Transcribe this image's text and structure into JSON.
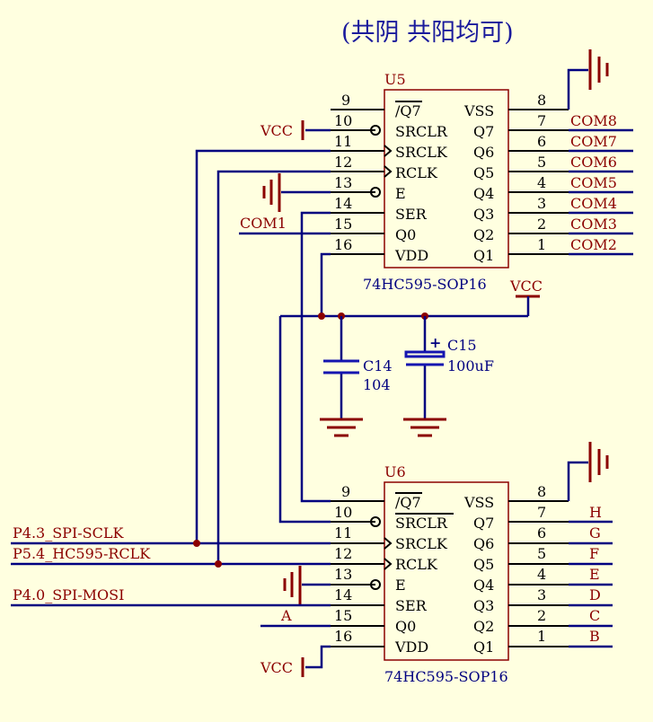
{
  "title": "(共阴 共阳均可)",
  "u5": {
    "ref": "U5",
    "part": "74HC595-SOP16",
    "left_pins": [
      {
        "num": "9",
        "name": "/Q7"
      },
      {
        "num": "10",
        "name": "SRCLR"
      },
      {
        "num": "11",
        "name": "SRCLK"
      },
      {
        "num": "12",
        "name": "RCLK"
      },
      {
        "num": "13",
        "name": "E"
      },
      {
        "num": "14",
        "name": "SER"
      },
      {
        "num": "15",
        "name": "Q0"
      },
      {
        "num": "16",
        "name": "VDD"
      }
    ],
    "right_pins": [
      {
        "num": "8",
        "name": "VSS",
        "net": ""
      },
      {
        "num": "7",
        "name": "Q7",
        "net": "COM8"
      },
      {
        "num": "6",
        "name": "Q6",
        "net": "COM7"
      },
      {
        "num": "5",
        "name": "Q5",
        "net": "COM6"
      },
      {
        "num": "4",
        "name": "Q4",
        "net": "COM5"
      },
      {
        "num": "3",
        "name": "Q3",
        "net": "COM4"
      },
      {
        "num": "2",
        "name": "Q2",
        "net": "COM3"
      },
      {
        "num": "1",
        "name": "Q1",
        "net": "COM2"
      }
    ]
  },
  "u6": {
    "ref": "U6",
    "part": "74HC595-SOP16",
    "left_pins": [
      {
        "num": "9",
        "name": "/Q7"
      },
      {
        "num": "10",
        "name": "SRCLR"
      },
      {
        "num": "11",
        "name": "SRCLK"
      },
      {
        "num": "12",
        "name": "RCLK"
      },
      {
        "num": "13",
        "name": "E"
      },
      {
        "num": "14",
        "name": "SER"
      },
      {
        "num": "15",
        "name": "Q0"
      },
      {
        "num": "16",
        "name": "VDD"
      }
    ],
    "right_pins": [
      {
        "num": "8",
        "name": "VSS",
        "net": ""
      },
      {
        "num": "7",
        "name": "Q7",
        "net": "H"
      },
      {
        "num": "6",
        "name": "Q6",
        "net": "G"
      },
      {
        "num": "5",
        "name": "Q5",
        "net": "F"
      },
      {
        "num": "4",
        "name": "Q4",
        "net": "E"
      },
      {
        "num": "3",
        "name": "Q3",
        "net": "D"
      },
      {
        "num": "2",
        "name": "Q2",
        "net": "C"
      },
      {
        "num": "1",
        "name": "Q1",
        "net": "B"
      }
    ]
  },
  "nets": {
    "vcc": "VCC",
    "com1": "COM1",
    "a": "A",
    "sclk": "P4.3_SPI-SCLK",
    "rclk": "P5.4_HC595-RCLK",
    "mosi": "P4.0_SPI-MOSI"
  },
  "caps": {
    "c14_ref": "C14",
    "c14_val": "104",
    "c15_ref": "C15",
    "c15_val": "100uF",
    "c15_polarity": "+"
  }
}
